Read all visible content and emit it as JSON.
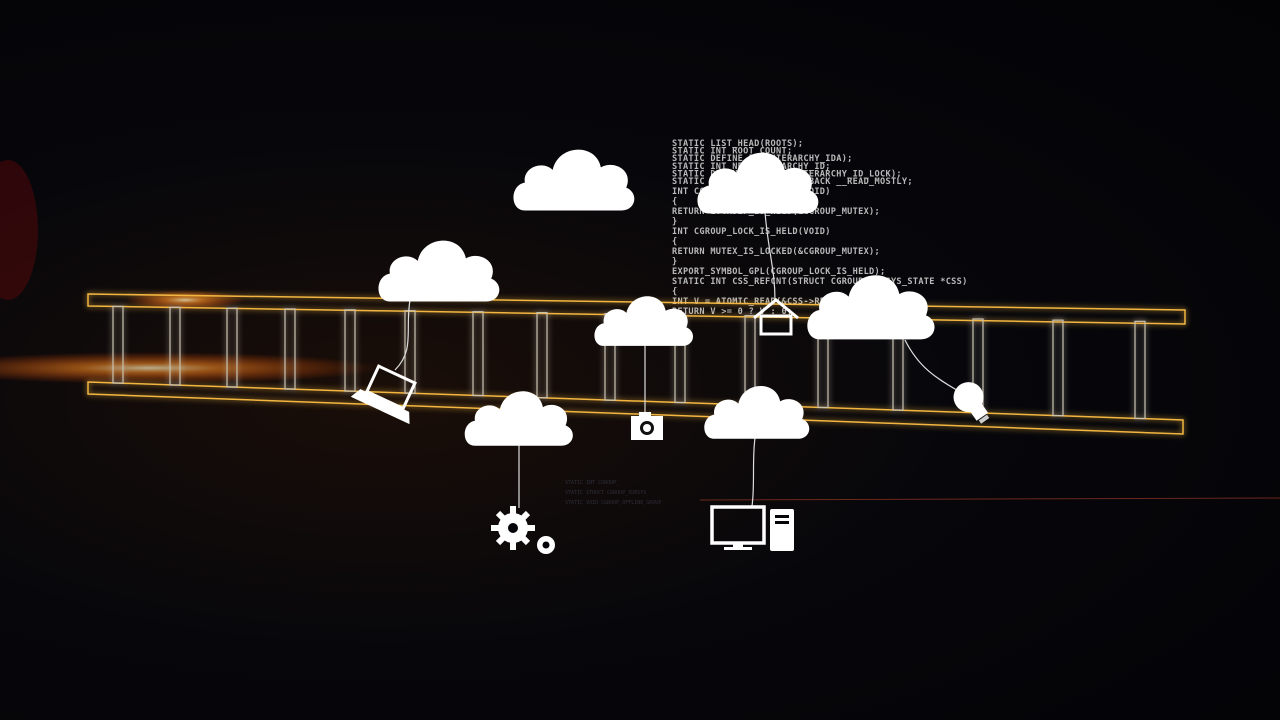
{
  "code_block": [
    "STATIC LIST_HEAD(ROOTS);",
    "STATIC INT ROOT_COUNT;",
    "",
    "STATIC DEFINE_IDA(HIERARCHY_IDA);",
    "STATIC INT NEXT_HIERARCHY_ID;",
    "STATIC DEFINE_SPINLOCK(HIERARCHY_ID_LOCK);",
    "STATIC STRUCT CFTYPE_CALLBACK __READ_MOSTLY;",
    "INT CGROUP_LOCK_IS_HELD(VOID)",
    "{",
    "    RETURN LOCKDEP_IS_HELD(&CGROUP_MUTEX);",
    "}",
    "INT CGROUP_LOCK_IS_HELD(VOID)",
    "{",
    "    RETURN MUTEX_IS_LOCKED(&CGROUP_MUTEX);",
    "}",
    "EXPORT_SYMBOL_GPL(CGROUP_LOCK_IS_HELD);",
    "STATIC INT CSS_REFCNT(STRUCT CGROUP_SUBSYS_STATE *CSS)",
    "{",
    "    INT V = ATOMIC_READ(&CSS->REFCNT);",
    "    RETURN V >= 0 ? V : 0;"
  ],
  "faint_code": [
    "STATIC INT CGROUP_",
    "STATIC STRUCT CGROUP_SUBSYS",
    "STATIC VOID CGROUP_OFFLINE_GROUP"
  ],
  "colors": {
    "background": "#050509",
    "ladder_glow": "#f2b640",
    "flare": "#ff6a1a",
    "cloud": "#ffffff"
  },
  "icons": [
    "cloud-icon",
    "laptop-icon",
    "camera-icon",
    "home-icon",
    "lightbulb-icon",
    "gears-icon",
    "desktop-computer-icon"
  ]
}
